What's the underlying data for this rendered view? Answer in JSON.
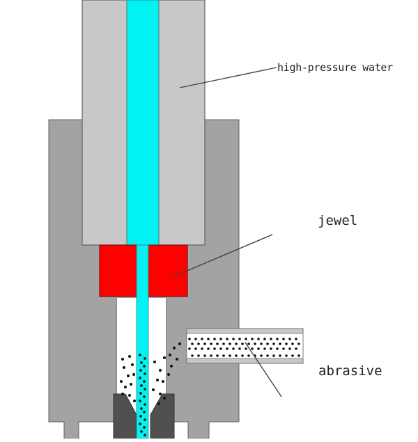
{
  "labels": {
    "water": "high-pressure water",
    "jewel": "jewel",
    "abrasive": "abrasive"
  },
  "colors": {
    "body_gray": "#a3a3a3",
    "nozzle_gray": "#c8c8c8",
    "water": "#00f2f2",
    "jewel": "#ff0000",
    "abrasive_dot": "#111111",
    "outline": "#555555"
  }
}
